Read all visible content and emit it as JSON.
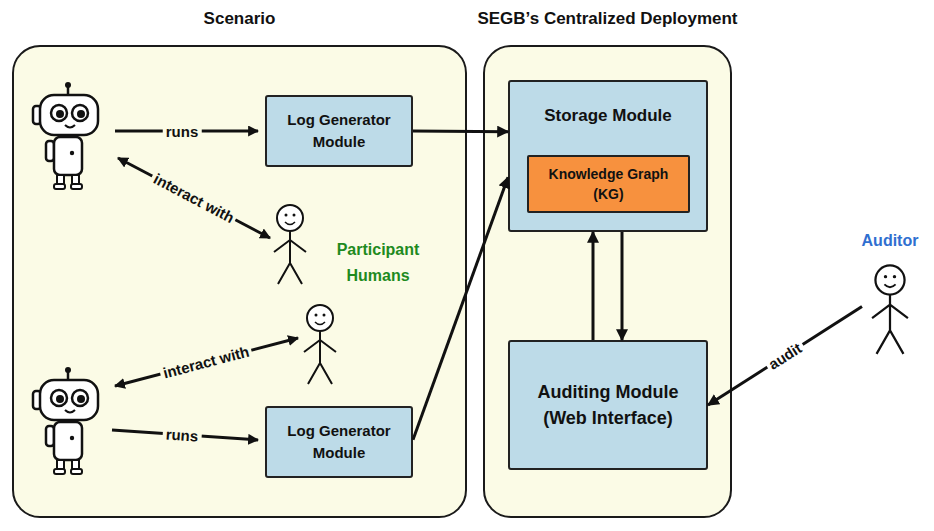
{
  "diagram": {
    "nodes": [
      {
        "text": [
          "Scenario"
        ]
      },
      {
        "text": [
          "Log Generator Module"
        ],
        "in": 0
      },
      {
        "text": [
          "Log Generator Module"
        ],
        "in": 0
      },
      {
        "text": [
          "SEGB’s Centralized Deployment"
        ]
      },
      {
        "text": [
          "Storage Module"
        ],
        "in": 3
      },
      {
        "text": [
          "Knowledge Graph (KG)"
        ],
        "in": 4
      },
      {
        "text": [
          "Auditing Module (Web Interface)"
        ],
        "in": 3
      },
      {
        "text": [
          "Auditor"
        ]
      }
    ],
    "edges": [
      {
        "from": 1,
        "to": 4,
        "arrow": "to"
      },
      {
        "from": 2,
        "to": 4,
        "arrow": "to"
      },
      {
        "from": 4,
        "to": 6,
        "arrow": "to"
      },
      {
        "from": 6,
        "to": 4,
        "arrow": "to"
      },
      {
        "from": 7,
        "to": 6,
        "label": "audit",
        "arrow": "to"
      }
    ],
    "labels": [
      "runs",
      "interact with",
      "Participant Humans",
      "interact with",
      "runs"
    ]
  }
}
